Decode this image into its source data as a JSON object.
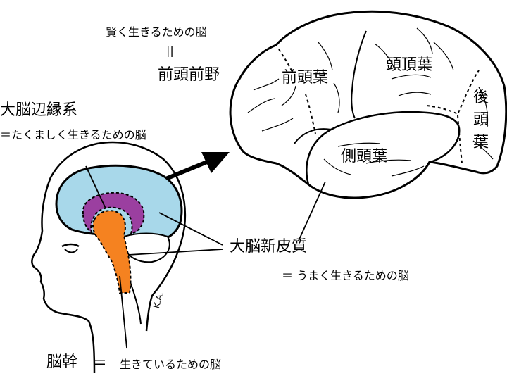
{
  "prefrontal": {
    "caption": "賢く生きるための脳",
    "equals": "||",
    "label": "前頭前野"
  },
  "lobes": {
    "frontal": "前頭葉",
    "parietal": "頭頂葉",
    "temporal": "側頭葉",
    "occipital_1": "後",
    "occipital_2": "頭",
    "occipital_3": "葉"
  },
  "limbic": {
    "label": "大脳辺縁系",
    "caption": "＝たくましく生きるための脳"
  },
  "neocortex": {
    "label": "大脳新皮質",
    "caption": "＝ うまく生きるための脳"
  },
  "brainstem": {
    "label": "脳幹",
    "equals": "＝",
    "caption": "生きているための脳"
  },
  "signature": "K.A.",
  "colors": {
    "neocortex": "#a8d8ea",
    "limbic": "#9b3fa0",
    "brainstem": "#f58220",
    "outline": "#000000"
  }
}
